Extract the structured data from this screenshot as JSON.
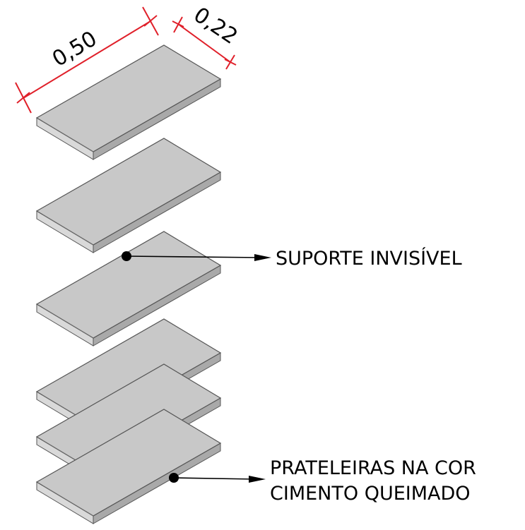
{
  "dimensions": {
    "length_label": "0,50",
    "width_label": "0,22"
  },
  "callouts": [
    {
      "line1": "SUPORTE INVISÍVEL",
      "line2": ""
    },
    {
      "line1": "PRATELEIRAS NA COR",
      "line2": "CIMENTO QUEIMADO"
    }
  ],
  "shelf_count": 6,
  "colors": {
    "dimension": "#e0202a",
    "shelf_top": "#c8c8c8",
    "shelf_edge": "#d9d9d9",
    "shelf_side": "#a9a9a9",
    "leader": "#000000"
  }
}
